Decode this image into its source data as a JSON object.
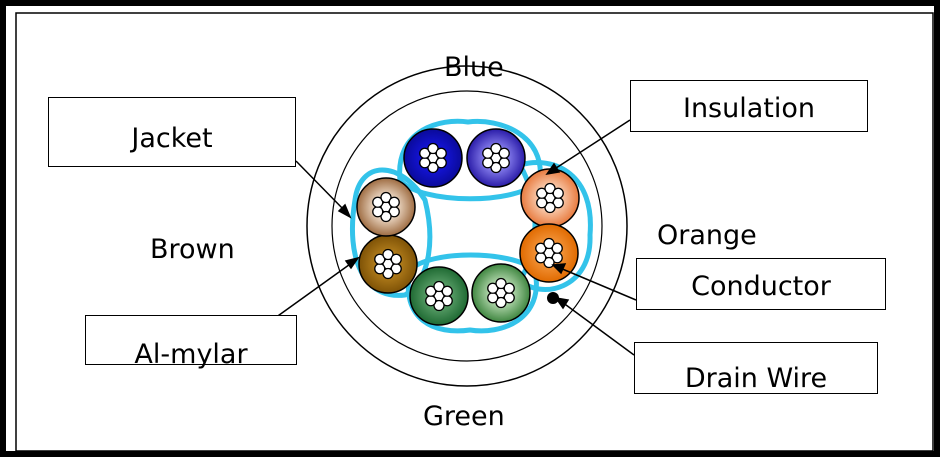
{
  "color_labels": {
    "top": "Blue",
    "left": "Brown",
    "right": "Orange",
    "bottom": "Green"
  },
  "callouts": {
    "jacket": "Jacket",
    "insulation": "Insulation",
    "conductor": "Conductor",
    "al_mylar": "Al-mylar",
    "drain_wire": "Drain Wire"
  },
  "colors": {
    "frame": "#000000",
    "shield": "#33c3ea",
    "blue": "#1010d8",
    "blue_white": "#6d5fd6",
    "orange_white": "#f2a277",
    "orange": "#f07a0c",
    "green": "#3b8a4a",
    "green_white": "#5f9d5e",
    "brown_white": "#c9a27f",
    "brown": "#a8720e"
  }
}
